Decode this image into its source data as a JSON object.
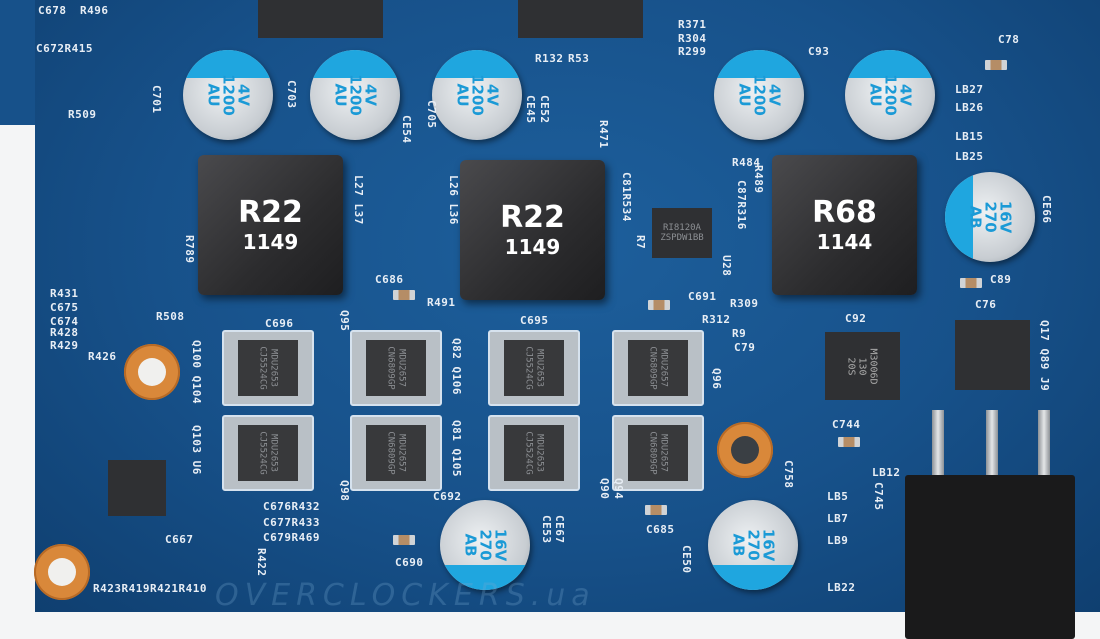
{
  "watermark": "OVERCLOCKERS.ua",
  "capacitors_4v": [
    {
      "label": "4V\n1200\nAU"
    },
    {
      "label": "4V\n1200\nAU"
    },
    {
      "label": "4V\n1200\nAU"
    },
    {
      "label": "4V\n1200\nAU"
    },
    {
      "label": "4V\n1200\nAU"
    }
  ],
  "capacitors_16v": [
    {
      "label": "16V\n270\nAB"
    },
    {
      "label": "16V\n270\nAB"
    },
    {
      "label": "16V\n270\nAB"
    }
  ],
  "inductors": [
    {
      "value": "R22",
      "code": "1149"
    },
    {
      "value": "R22",
      "code": "1149"
    },
    {
      "value": "R68",
      "code": "1144"
    }
  ],
  "pwm_controller": "RI8120A\nZSPDW1BB",
  "mosfets": [
    "MDU2653\nCJ5524CG",
    "MDU2657\nCN6809GP",
    "MDU2653\nCJ5524CG",
    "MDU2657\nCN6809GP",
    "MDU2653\nCJ5524CG",
    "MDU2657\nCN6809GP",
    "MDU2653\nCJ5524CG",
    "MDU2657\nCN6809GP"
  ],
  "regulator": "M3006D\n130\n20S",
  "silkscreen": [
    "C678",
    "R496",
    "C672R415",
    "R509",
    "C701",
    "C703",
    "CE54",
    "C705",
    "CE45",
    "CE52",
    "R132",
    "R53",
    "C93",
    "C78",
    "LB27",
    "LB26",
    "LB15",
    "LB25",
    "L27 L37",
    "L26 L36",
    "R789",
    "C686",
    "R491",
    "C695",
    "C696",
    "R508",
    "R431",
    "C675",
    "C674",
    "R428",
    "R429",
    "R426",
    "Q95",
    "Q100 Q104",
    "Q82 Q106",
    "Q81 Q105",
    "Q96",
    "Q103 U6",
    "Q98",
    "C676R432",
    "C677R433",
    "C679R469",
    "C667",
    "R423R419R421R410",
    "R422",
    "C692",
    "C690",
    "CE53",
    "CE67",
    "C685",
    "Q90",
    "Q94",
    "CE50",
    "C691",
    "R309",
    "R312",
    "R9",
    "C79",
    "C92",
    "C744",
    "C89",
    "C76",
    "Q17 Q89 J9",
    "LB12",
    "LB5",
    "LB7",
    "LB9",
    "LB22",
    "C745",
    "C758",
    "R484",
    "R489",
    "R471",
    "C81R534",
    "C87R316",
    "U28",
    "R7",
    "CE66",
    "R371",
    "R304",
    "R299"
  ]
}
